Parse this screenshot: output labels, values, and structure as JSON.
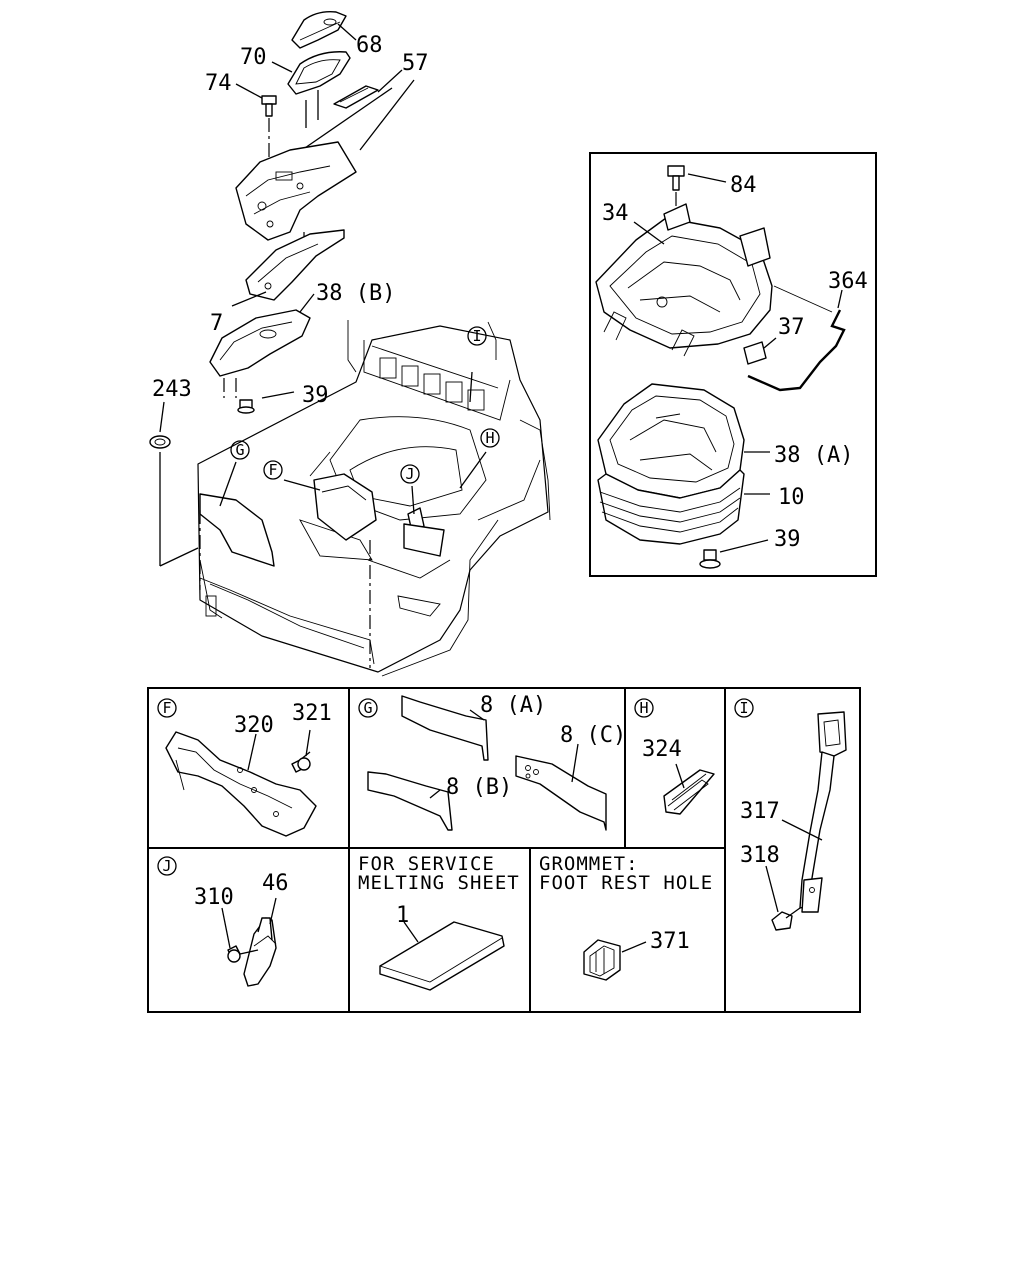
{
  "callouts": {
    "c68": "68",
    "c70": "70",
    "c74": "74",
    "c57": "57",
    "c38b": "38 (B)",
    "c7": "7",
    "c39a": "39",
    "c243": "243",
    "c84": "84",
    "c34": "34",
    "c364": "364",
    "c37": "37",
    "c38a": "38 (A)",
    "c10": "10",
    "c39b": "39"
  },
  "markers": {
    "F": "F",
    "G": "G",
    "H": "H",
    "I": "I",
    "J": "J"
  },
  "detail_F": {
    "marker": "F",
    "c320": "320",
    "c321": "321"
  },
  "detail_G": {
    "marker": "G",
    "c8a": "8 (A)",
    "c8b": "8 (B)",
    "c8c": "8 (C)"
  },
  "detail_H": {
    "marker": "H",
    "c324": "324"
  },
  "detail_I": {
    "marker": "I",
    "c317": "317",
    "c318": "318"
  },
  "detail_J": {
    "marker": "J",
    "c310": "310",
    "c46": "46"
  },
  "service_sheet": {
    "line1": "FOR SERVICE",
    "line2": "MELTING SHEET",
    "c1": "1"
  },
  "grommet": {
    "line1": "GROMMET:",
    "line2": "FOOT REST HOLE",
    "c371": "371"
  }
}
